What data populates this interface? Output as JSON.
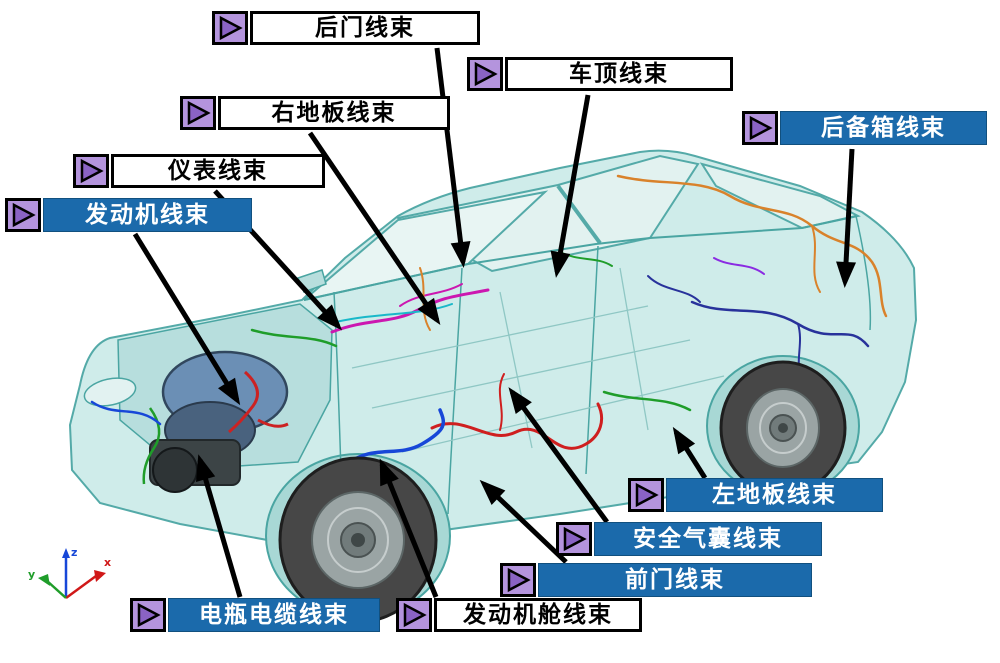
{
  "labels": [
    {
      "text": "后门线束",
      "variant": "white",
      "meaning": "rear-door-harness"
    },
    {
      "text": "车顶线束",
      "variant": "white",
      "meaning": "roof-harness"
    },
    {
      "text": "右地板线束",
      "variant": "white",
      "meaning": "right-floor-harness"
    },
    {
      "text": "仪表线束",
      "variant": "white",
      "meaning": "instrument-panel-harness"
    },
    {
      "text": "发动机线束",
      "variant": "blue",
      "meaning": "engine-harness"
    },
    {
      "text": "后备箱线束",
      "variant": "blue",
      "meaning": "trunk-harness"
    },
    {
      "text": "左地板线束",
      "variant": "blue",
      "meaning": "left-floor-harness"
    },
    {
      "text": "安全气囊线束",
      "variant": "blue",
      "meaning": "airbag-harness"
    },
    {
      "text": "前门线束",
      "variant": "blue",
      "meaning": "front-door-harness"
    },
    {
      "text": "电瓶电缆线束",
      "variant": "blue",
      "meaning": "battery-cable-harness"
    },
    {
      "text": "发动机舱线束",
      "variant": "white",
      "meaning": "engine-compartment-harness"
    }
  ],
  "axes": {
    "x": "x",
    "y": "y",
    "z": "z"
  },
  "colors": {
    "label_blue": "#1b6aab",
    "icon_purple_bg": "#b494dd",
    "icon_purple_triangle": "#8a63c4",
    "car_body_teal": "#cfecea",
    "arrow_black": "#000000",
    "wire_magenta": "#cc17b0",
    "wire_red": "#cf1f1f",
    "wire_green": "#1f9d2a",
    "wire_orange": "#d9822b",
    "wire_blue": "#1747d8",
    "wire_dark_blue": "#28329b"
  }
}
